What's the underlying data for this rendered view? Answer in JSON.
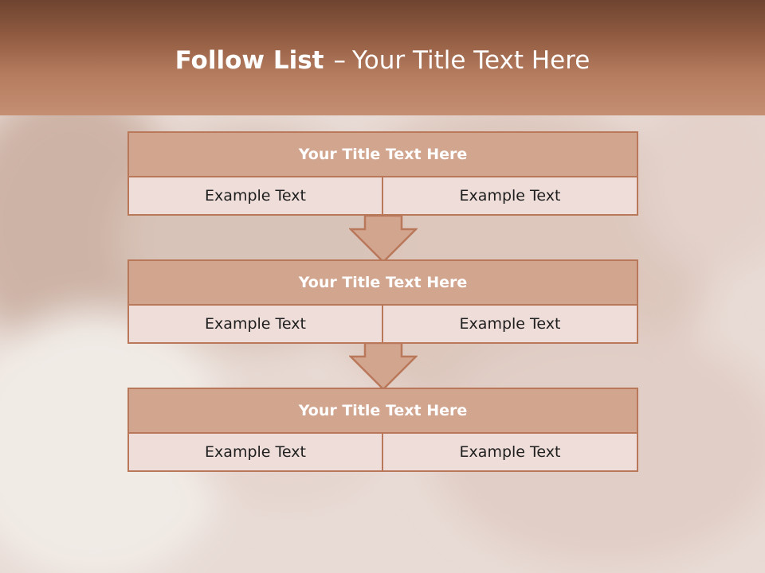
{
  "slide": {
    "title_bold": "Follow List",
    "title_separator": "–",
    "title_rest": "Your Title Text Here"
  },
  "blocks": [
    {
      "title": "Your Title Text Here",
      "left": "Example Text",
      "right": "Example Text"
    },
    {
      "title": "Your Title Text Here",
      "left": "Example Text",
      "right": "Example Text"
    },
    {
      "title": "Your Title Text Here",
      "left": "Example Text",
      "right": "Example Text"
    }
  ],
  "colors": {
    "header_dark": "#6e4430",
    "header_light": "#c48f73",
    "block_title_fill": "#d2a58f",
    "cell_fill": "#eeddd8",
    "border": "#b9785a"
  }
}
